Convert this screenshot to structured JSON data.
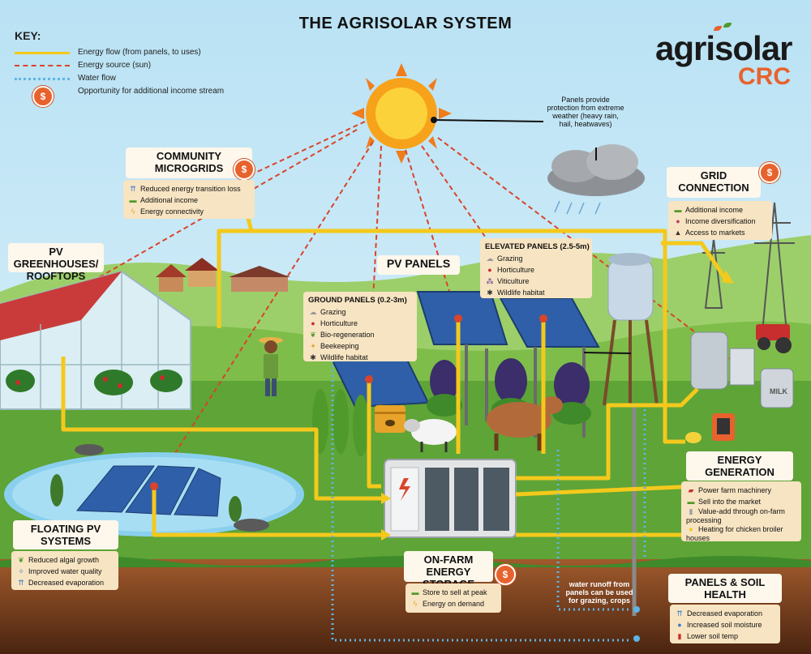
{
  "title": "THE AGRISOLAR SYSTEM",
  "logo": {
    "main": "agrisolar",
    "sub": "CRC"
  },
  "key": {
    "title": "KEY:",
    "items": [
      {
        "type": "energy",
        "label": "Energy flow (from panels, to uses)"
      },
      {
        "type": "sun",
        "label": "Energy source (sun)"
      },
      {
        "type": "water",
        "label": "Water flow"
      },
      {
        "type": "income",
        "label": "Opportunity for additional income stream"
      }
    ]
  },
  "coin_symbol": "$",
  "colors": {
    "energy": "#f4c91c",
    "sun": "#d9442a",
    "water": "#5fb4e6",
    "income": "#e8622d",
    "box": "#f7e4c2"
  },
  "sun_note": "Panels provide protection from extreme weather (heavy rain, hail, heatwaves)",
  "community": {
    "title": "COMMUNITY MICROGRIDS",
    "items": [
      {
        "icon": "energy-loss-icon",
        "glyph": "⇈",
        "label": "Reduced energy transition loss"
      },
      {
        "icon": "money-icon",
        "glyph": "▬",
        "label": "Additional income"
      },
      {
        "icon": "lightning-icon",
        "glyph": "ϟ",
        "label": "Energy connectivity"
      }
    ]
  },
  "grid": {
    "title": "GRID CONNECTION",
    "items": [
      {
        "icon": "money-icon",
        "glyph": "▬",
        "label": "Additional income"
      },
      {
        "icon": "diversify-icon",
        "glyph": "●",
        "label": "Income diversification"
      },
      {
        "icon": "market-icon",
        "glyph": "▲",
        "label": "Access to markets"
      }
    ]
  },
  "greenhouses": {
    "title": "PV GREENHOUSES/ ROOFTOPS"
  },
  "pv_panels": {
    "title": "PV PANELS"
  },
  "elevated": {
    "title": "ELEVATED PANELS (2.5-5m)",
    "items": [
      {
        "icon": "sheep-icon",
        "glyph": "☁",
        "label": "Grazing"
      },
      {
        "icon": "apple-icon",
        "glyph": "●",
        "label": "Horticulture"
      },
      {
        "icon": "grape-icon",
        "glyph": "⁂",
        "label": "Viticulture"
      },
      {
        "icon": "bug-icon",
        "glyph": "✱",
        "label": "Wildlife habitat"
      }
    ]
  },
  "ground": {
    "title": "GROUND PANELS (0.2-3m)",
    "items": [
      {
        "icon": "sheep-icon",
        "glyph": "☁",
        "label": "Grazing"
      },
      {
        "icon": "apple-icon",
        "glyph": "●",
        "label": "Horticulture"
      },
      {
        "icon": "sprout-icon",
        "glyph": "❦",
        "label": "Bio-regeneration"
      },
      {
        "icon": "bee-icon",
        "glyph": "✦",
        "label": "Beekeeping"
      },
      {
        "icon": "bug-icon",
        "glyph": "✱",
        "label": "Wildlife habitat"
      }
    ]
  },
  "energy_generation": {
    "title": "ENERGY GENERATION",
    "items": [
      {
        "icon": "tractor-icon",
        "glyph": "▰",
        "label": "Power farm machinery"
      },
      {
        "icon": "money-icon",
        "glyph": "▬",
        "label": "Sell into the market"
      },
      {
        "icon": "milk-icon",
        "glyph": "▮",
        "label": "Value-add through on-farm processing"
      },
      {
        "icon": "chick-icon",
        "glyph": "●",
        "label": "Heating for chicken broiler houses"
      }
    ]
  },
  "floating": {
    "title": "FLOATING PV SYSTEMS",
    "items": [
      {
        "icon": "algae-icon",
        "glyph": "❦",
        "label": "Reduced algal growth"
      },
      {
        "icon": "water-quality-icon",
        "glyph": "✧",
        "label": "Improved water quality"
      },
      {
        "icon": "evaporation-icon",
        "glyph": "⇈",
        "label": "Decreased evaporation"
      }
    ]
  },
  "storage": {
    "title": "ON-FARM ENERGY STORAGE",
    "items": [
      {
        "icon": "money-icon",
        "glyph": "▬",
        "label": "Store to sell at peak"
      },
      {
        "icon": "lightning-icon",
        "glyph": "ϟ",
        "label": "Energy on demand"
      }
    ]
  },
  "soil": {
    "title": "PANELS & SOIL HEALTH",
    "items": [
      {
        "icon": "evaporation-icon",
        "glyph": "⇈",
        "label": "Decreased evaporation"
      },
      {
        "icon": "droplet-icon",
        "glyph": "●",
        "label": "Increased soil moisture"
      },
      {
        "icon": "thermometer-icon",
        "glyph": "▮",
        "label": "Lower soil temp"
      }
    ]
  },
  "runoff_note": "water runoff from panels can be used for grazing, crops",
  "milk_label": "MILK"
}
